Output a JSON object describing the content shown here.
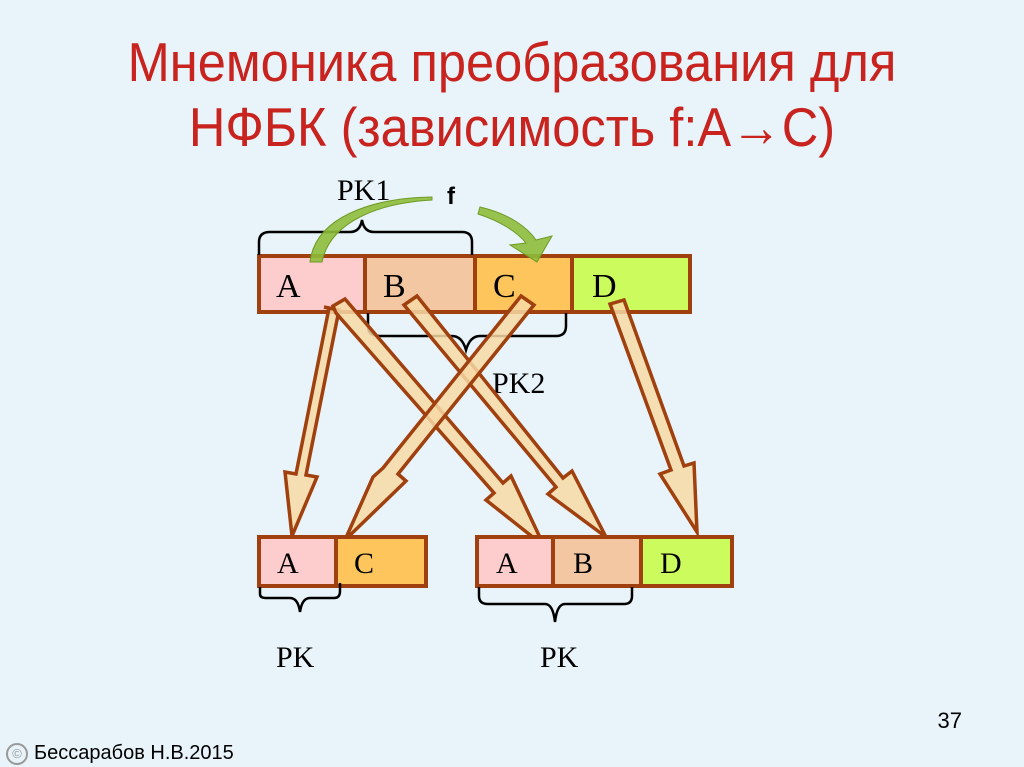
{
  "slide": {
    "title_line1": "Мнемоника преобразования для",
    "title_line2": "НФБК (зависимость f:A→C)",
    "page_number": "37",
    "footer_text": "Бессарабов Н.В.2015",
    "copyright_symbol": "©"
  },
  "colors": {
    "background": "#e8f4f9",
    "title": "#c8231e",
    "cell_border": "#a0400f",
    "cell_A": "#fdcdcd",
    "cell_B": "#f3c7a2",
    "cell_C": "#fec55c",
    "cell_D": "#ccfb5d",
    "arrow_fill": "#f7d9a6",
    "arrow_stroke": "#a0400f",
    "f_arrow": "#8dbd3a"
  },
  "source_relation": {
    "cells": [
      "A",
      "B",
      "C",
      "D"
    ],
    "brace_top_label": "PK1",
    "brace_bottom_label": "PK2",
    "dependency_label": "f"
  },
  "result_relations": [
    {
      "cells": [
        "A",
        "C"
      ],
      "key_label": "PK"
    },
    {
      "cells": [
        "A",
        "B",
        "D"
      ],
      "key_label": "PK"
    }
  ],
  "mappings": [
    {
      "from": "A",
      "to": "relation1.A"
    },
    {
      "from": "A",
      "to": "relation2.A"
    },
    {
      "from": "B",
      "to": "relation2.B"
    },
    {
      "from": "C",
      "to": "relation1.C"
    },
    {
      "from": "D",
      "to": "relation2.D"
    }
  ]
}
